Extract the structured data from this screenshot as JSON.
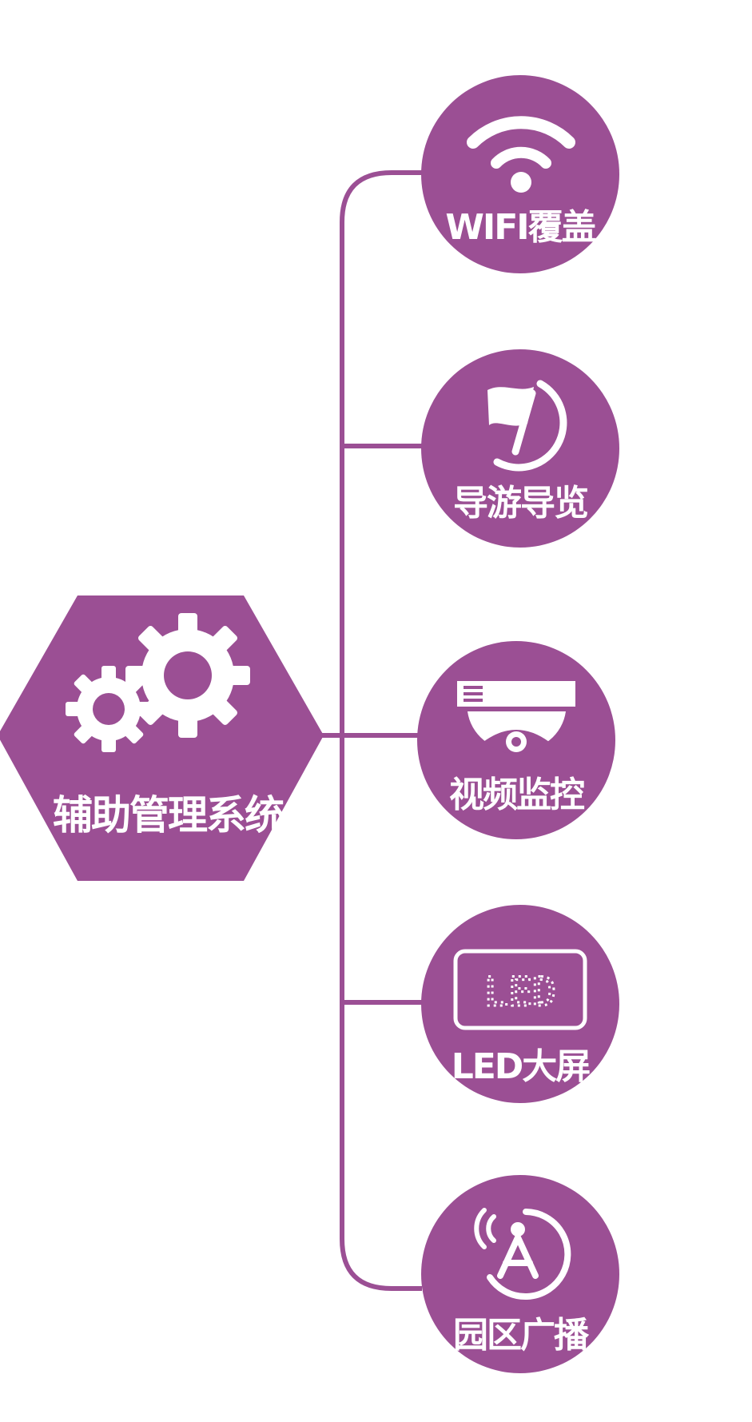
{
  "colors": {
    "primary": "#9b4f94",
    "line": "#9b4f94",
    "icon": "#ffffff",
    "background": "#ffffff"
  },
  "hub": {
    "label": "辅助管理系统",
    "icon": "gears-icon"
  },
  "nodes": [
    {
      "label": "WIFI覆盖",
      "icon": "wifi-icon"
    },
    {
      "label": "导游导览",
      "icon": "tour-flag-icon"
    },
    {
      "label": "视频监控",
      "icon": "dome-camera-icon"
    },
    {
      "label": "LED大屏",
      "icon": "led-screen-icon"
    },
    {
      "label": "园区广播",
      "icon": "broadcast-tower-icon"
    }
  ]
}
